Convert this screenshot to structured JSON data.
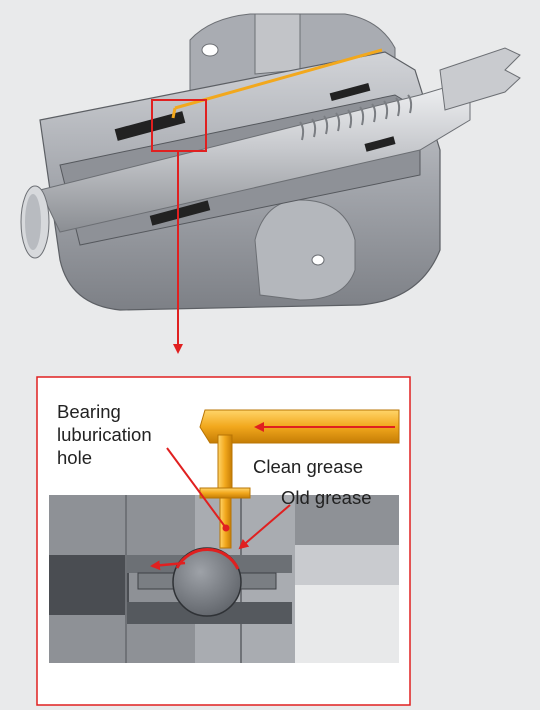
{
  "diagram": {
    "labels": {
      "bearing_hole": [
        "Bearing",
        "luburication",
        "hole"
      ],
      "clean_grease": "Clean grease",
      "old_grease": "Old grease"
    },
    "colors": {
      "callout_red": "#e02020",
      "grease_tube": "#f2a81d",
      "metal_light": "#b9bcc2",
      "metal_dark": "#6f7378",
      "background": "#e9eaeb"
    }
  }
}
